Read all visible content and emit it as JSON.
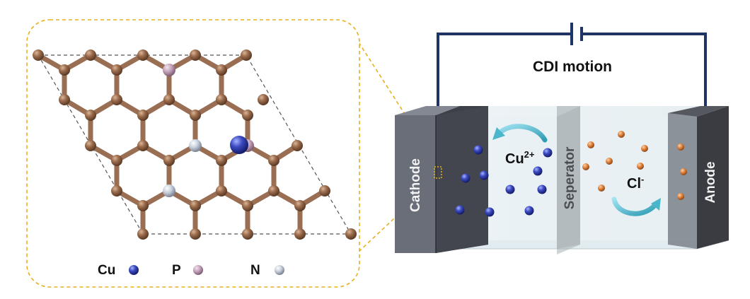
{
  "title": "CDI motion",
  "cell": {
    "cathode": "Cathode",
    "anode": "Anode",
    "separator": "Seperator",
    "cation": {
      "base": "Cu",
      "sup": "2+"
    },
    "anion": {
      "base": "Cl",
      "sup": "-"
    }
  },
  "legend": [
    {
      "symbol": "Cu",
      "color": "#3a48b8"
    },
    {
      "symbol": "P",
      "color": "#b89ab0"
    },
    {
      "symbol": "N",
      "color": "#c4ccd8"
    }
  ],
  "colors": {
    "carbon": "#8a6248",
    "bond": "#9a6e52",
    "wire": "#1f3466",
    "zoom_outline": "#e8b020",
    "ion_flow_arrow": "#4ab6cc",
    "cl_ion": "#e08a48",
    "cu_ion": "#4150b8"
  }
}
